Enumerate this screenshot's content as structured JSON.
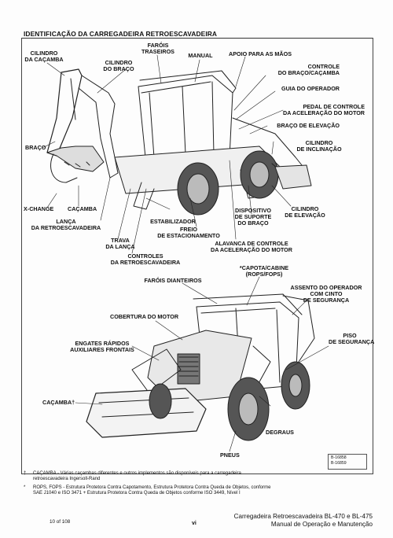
{
  "header": {
    "title": "IDENTIFICAÇÃO DA CARREGADEIRA RETROESCAVADEIRA"
  },
  "labels_top": {
    "cilindro_cacamba": [
      "CILINDRO",
      "DA CAÇAMBA"
    ],
    "farois_traseiros": [
      "FARÓIS",
      "TRASEIROS"
    ],
    "cilindro_braco": [
      "CILINDRO",
      "DO BRAÇO"
    ],
    "manual": "MANUAL",
    "apoio_maos": "APOIO PARA AS MÃOS",
    "controle_braco": [
      "CONTROLE",
      "DO BRAÇO/CAÇAMBA"
    ],
    "guia_operador": "GUIA DO OPERADOR",
    "pedal": [
      "PEDAL DE CONTROLE",
      "DA ACELERAÇÃO DO MOTOR"
    ],
    "braco_elevacao": "BRAÇO DE ELEVAÇÃO",
    "cilindro_inclinacao": [
      "CILINDRO",
      "DE INCLINAÇÃO"
    ],
    "braco": "BRAÇO",
    "x_change": "X-CHANGE",
    "cacamba": "CAÇAMBA",
    "lanca": [
      "LANÇA",
      "DA RETROESCAVADEIRA"
    ],
    "estabilizador": "ESTABILIZADOR",
    "freio": [
      "FREIO",
      "DE ESTACIONAMENTO"
    ],
    "dispositivo": [
      "DISPOSITIVO",
      "DE SUPORTE",
      "DO BRAÇO"
    ],
    "cilindro_elevacao": [
      "CILINDRO",
      "DE ELEVAÇÃO"
    ],
    "trava_lanca": [
      "TRAVA",
      "DA LANÇA"
    ],
    "alavanca": [
      "ALAVANCA DE CONTROLE",
      "DA ACELERAÇÃO DO MOTOR"
    ],
    "controles": [
      "CONTROLES",
      "DA RETROESCAVADEIRA"
    ]
  },
  "labels_bottom": {
    "capota": [
      "*CAPOTA/CABINE",
      "(ROPS/FOPS)"
    ],
    "farois_dianteiros": "FARÓIS DIANTEIROS",
    "assento": [
      "ASSENTO DO OPERADOR",
      "COM CINTO",
      "DE SEGURANÇA"
    ],
    "cobertura_motor": "COBERTURA DO MOTOR",
    "piso": [
      "PISO",
      "DE SEGURANÇA"
    ],
    "engates": [
      "ENGATES RÁPIDOS",
      "AUXILIARES FRONTAIS"
    ],
    "cacamba_front": "CAÇAMBA†",
    "degraus": "DEGRAUS",
    "pneus": "PNEUS"
  },
  "ref_codes": [
    "B-16858",
    "B-16859"
  ],
  "footnotes": {
    "dagger": [
      "†",
      "CAÇAMBA - Várias caçambas diferentes e outros implementos são disponíveis para a carregadeira",
      "retroescavadeira Ingersoll-Rand"
    ],
    "star": [
      "*",
      "ROPS, FOPS - Estrutura Protetora Contra Capotamento, Estrutura Protetora Contra Queda de Objetos, conforme",
      "SAE J1040 e ISO 3471 + Estrutura Protetora Contra Queda de Objetos conforme ISO 3449, Nível I"
    ]
  },
  "footer": {
    "page_count": "10 of 108",
    "page_roman": "vi",
    "title1": "Carregadeira Retroescavadeira BL-470 e BL-475",
    "title2": "Manual de Operação e Manutenção"
  }
}
